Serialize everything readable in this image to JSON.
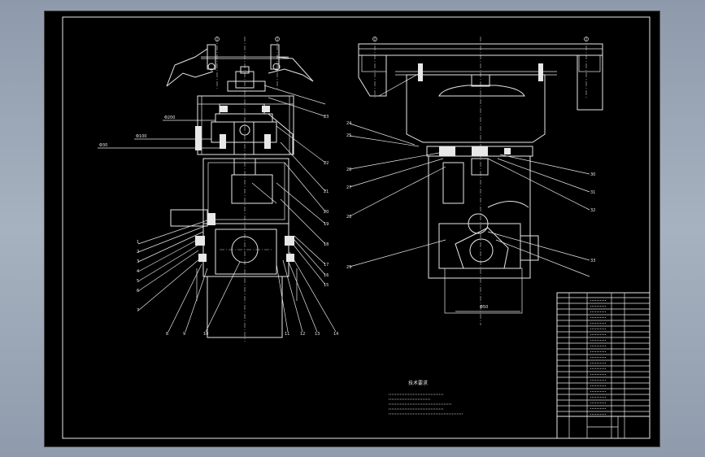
{
  "drawing": {
    "notes_title": "技术要求",
    "callouts_left": [
      "1",
      "2",
      "3",
      "4",
      "5",
      "6",
      "7",
      "8",
      "9",
      "10",
      "11",
      "12",
      "13",
      "14",
      "15",
      "16",
      "17",
      "18",
      "19",
      "20",
      "21",
      "22",
      "23"
    ],
    "callouts_right": [
      "24",
      "25",
      "26",
      "27",
      "28",
      "29",
      "30",
      "31",
      "32",
      "33"
    ],
    "dimensions": [
      "Φ30",
      "Φ100",
      "Φ200",
      "Φ50"
    ],
    "colors": {
      "paper": "#000000",
      "lines": "#e8e8e8",
      "background": "#98a4b5"
    }
  }
}
